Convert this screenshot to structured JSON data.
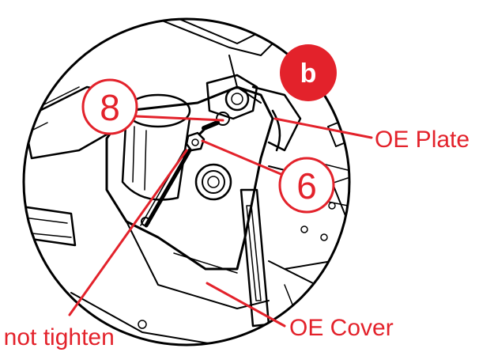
{
  "colors": {
    "accent_red": "#e3222b",
    "line_black": "#000000",
    "background": "#ffffff"
  },
  "detail_badge": {
    "letter": "b"
  },
  "callouts": {
    "item_8": "8",
    "item_6": "6"
  },
  "labels": {
    "oe_plate": "OE Plate",
    "oe_cover": "OE Cover",
    "do_not_tighten": "Do not tighten"
  }
}
